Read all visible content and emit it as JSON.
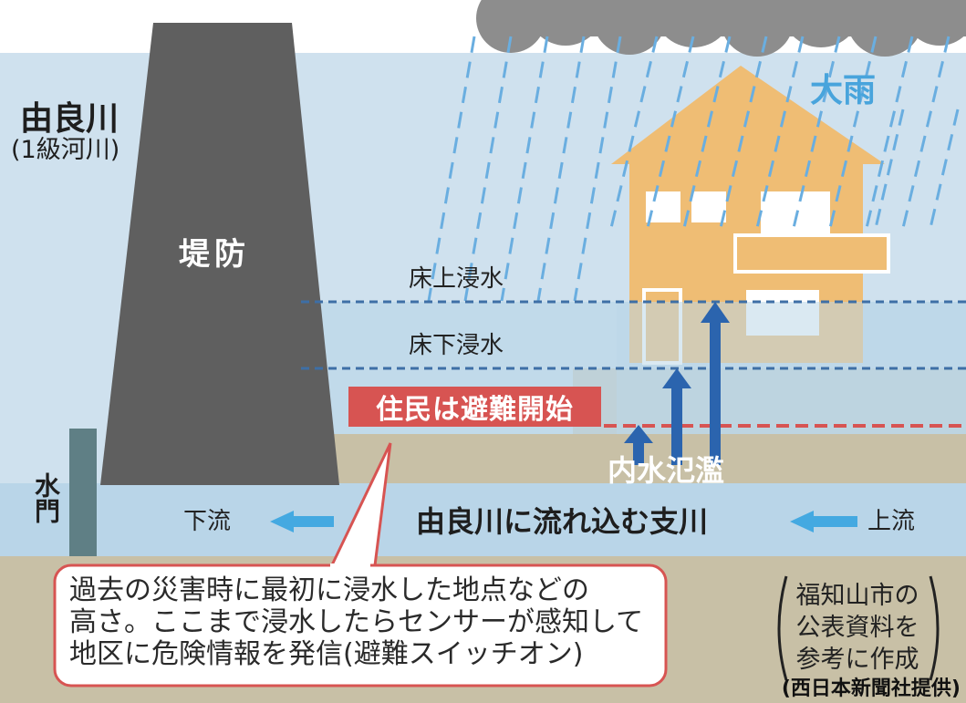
{
  "river": {
    "name": "由良川",
    "class": "(1級河川)"
  },
  "dike": {
    "label": "堤防"
  },
  "rain": {
    "label": "大雨"
  },
  "levels": {
    "above_floor": "床上浸水",
    "below_floor": "床下浸水"
  },
  "evacuation": {
    "label": "住民は避難開始"
  },
  "sluice_gate": {
    "label": "水門"
  },
  "flow": {
    "downstream": "下流",
    "upstream": "上流",
    "tributary": "由良川に流れ込む支川"
  },
  "inland_flood": {
    "label": "内水氾濫"
  },
  "callout": {
    "line1": "過去の災害時に最初に浸水した地点などの",
    "line2": "高さ。ここまで浸水したらセンサーが感知して",
    "line3": "地区に危険情報を発信(避難スイッチオン)"
  },
  "source_note": {
    "line1": "福知山市の",
    "line2": "公表資料を",
    "line3": "参考に作成"
  },
  "credit": "(西日本新聞社提供)",
  "colors": {
    "sky": "#cfe1ee",
    "river": "#b9d5e8",
    "ground": "#c8c0a6",
    "dike": "#5f5f5f",
    "house": "#efbd74",
    "rain": "#6aaee0",
    "flow_arrow": "#44a9e1",
    "rise_arrow": "#2b64ae",
    "alert": "#d75452",
    "level_line": "#3e6fa6"
  }
}
